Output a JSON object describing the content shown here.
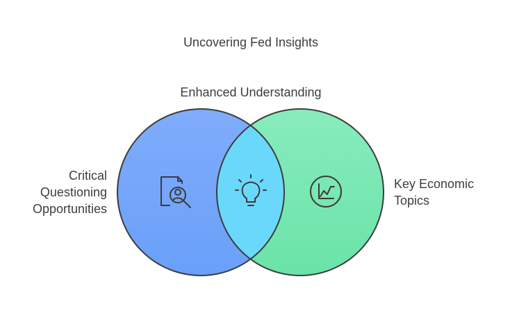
{
  "title": "Uncovering Fed Insights",
  "overlap": {
    "label": "Enhanced Understanding",
    "icon": "lightbulb-icon",
    "color": "#6ad8fb"
  },
  "left_circle": {
    "label_lines": [
      "Critical",
      "Questioning",
      "Opportunities"
    ],
    "icon": "document-search-icon",
    "color": "#79a8fb"
  },
  "right_circle": {
    "label_lines": [
      "Key Economic",
      "Topics"
    ],
    "icon": "trend-chart-icon",
    "color": "#7ee8b4"
  }
}
